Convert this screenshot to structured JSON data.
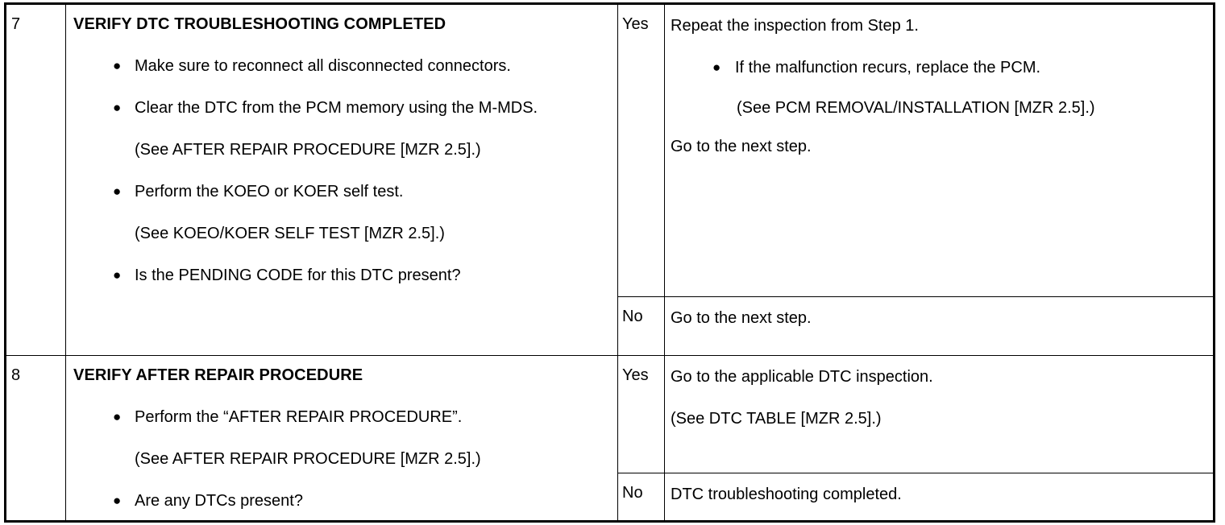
{
  "document": {
    "type": "diagnostic-troubleshooting-table",
    "bullet_glyph": "●"
  },
  "columns": {
    "step": "",
    "action": "",
    "judgement": "",
    "result": ""
  },
  "rows": [
    {
      "step": "7",
      "title": "VERIFY DTC TROUBLESHOOTING COMPLETED",
      "items": [
        {
          "bullet": true,
          "text": "Make sure to reconnect all disconnected connectors.",
          "sub": ""
        },
        {
          "bullet": true,
          "text": "Clear the DTC from the PCM memory using the M-MDS.",
          "sub": "(See AFTER REPAIR PROCEDURE [MZR 2.5].)"
        },
        {
          "bullet": true,
          "text": "Perform the KOEO or KOER self test.",
          "sub": "(See KOEO/KOER SELF TEST [MZR 2.5].)"
        },
        {
          "bullet": true,
          "text": "Is the PENDING CODE for this DTC present?",
          "sub": ""
        }
      ],
      "branches": [
        {
          "label": "Yes",
          "lead": "Repeat the inspection from Step 1.",
          "items": [
            {
              "bullet": true,
              "text": "If the malfunction recurs, replace the PCM.",
              "sub": "(See PCM REMOVAL/INSTALLATION [MZR 2.5].)"
            }
          ],
          "trail": "Go to the next step."
        },
        {
          "label": "No",
          "lead": "Go to the next step.",
          "items": [],
          "trail": ""
        }
      ]
    },
    {
      "step": "8",
      "title": "VERIFY AFTER REPAIR PROCEDURE",
      "items": [
        {
          "bullet": true,
          "text": "Perform the “AFTER REPAIR PROCEDURE”.",
          "sub": "(See AFTER REPAIR PROCEDURE [MZR 2.5].)"
        },
        {
          "bullet": true,
          "text": "Are any DTCs present?",
          "sub": ""
        }
      ],
      "branches": [
        {
          "label": "Yes",
          "lead": "Go to the applicable DTC inspection.",
          "items": [],
          "trail": "(See DTC TABLE [MZR 2.5].)"
        },
        {
          "label": "No",
          "lead": "DTC troubleshooting completed.",
          "items": [],
          "trail": ""
        }
      ]
    }
  ]
}
